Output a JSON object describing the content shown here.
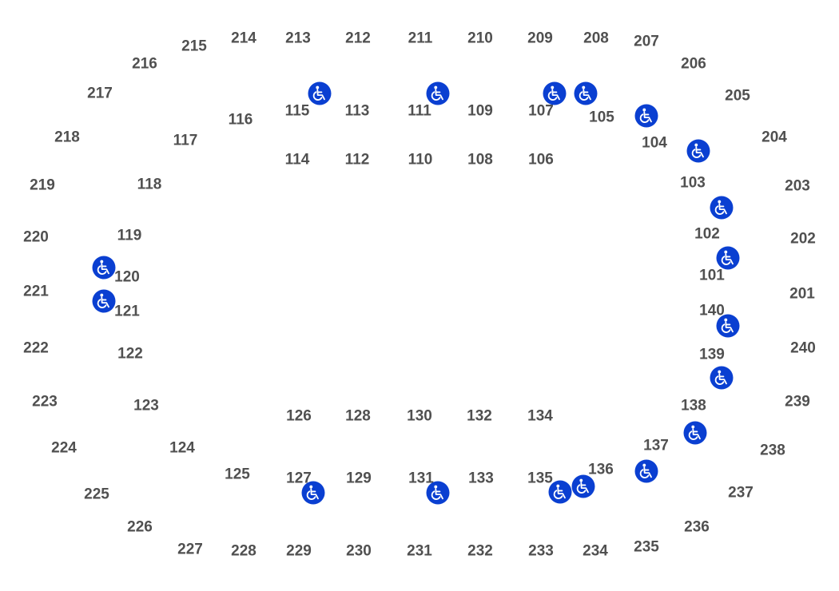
{
  "accessible_icon": "wheelchair-icon",
  "colors": {
    "section_label": "#505050",
    "accessible_badge": "#0a3fd1",
    "background": "#ffffff"
  },
  "sections": {
    "upper": [
      "201",
      "202",
      "203",
      "204",
      "205",
      "206",
      "207",
      "208",
      "209",
      "210",
      "211",
      "212",
      "213",
      "214",
      "215",
      "216",
      "217",
      "218",
      "219",
      "220",
      "221",
      "222",
      "223",
      "224",
      "225",
      "226",
      "227",
      "228",
      "229",
      "230",
      "231",
      "232",
      "233",
      "234",
      "235",
      "236",
      "237",
      "238",
      "239",
      "240"
    ],
    "lower": [
      "101",
      "102",
      "103",
      "104",
      "105",
      "106",
      "107",
      "108",
      "109",
      "110",
      "111",
      "112",
      "113",
      "114",
      "115",
      "116",
      "117",
      "118",
      "119",
      "120",
      "121",
      "122",
      "123",
      "124",
      "125",
      "126",
      "127",
      "128",
      "129",
      "130",
      "131",
      "132",
      "133",
      "134",
      "135",
      "136",
      "137",
      "138",
      "139",
      "140"
    ]
  },
  "accessible_near_sections": [
    "115",
    "111",
    "107",
    "105",
    "104",
    "103",
    "102",
    "101",
    "140",
    "139",
    "138",
    "137",
    "136",
    "135",
    "131",
    "127",
    "120",
    "121"
  ]
}
